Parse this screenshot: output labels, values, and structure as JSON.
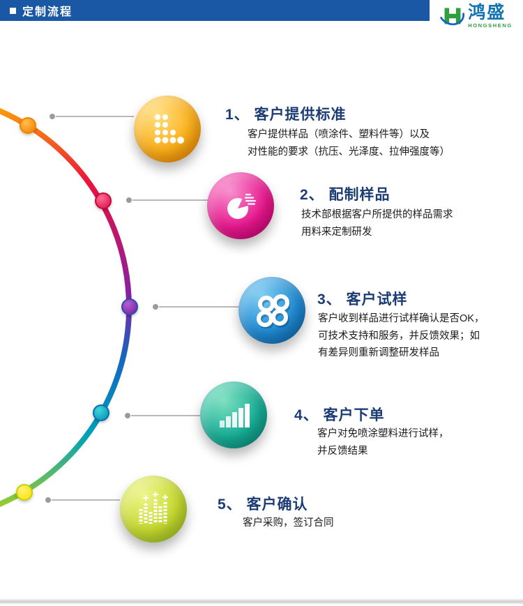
{
  "header": {
    "title": "定制流程"
  },
  "logo": {
    "chinese": "鸿盛",
    "english": "HONGSHENG"
  },
  "colors": {
    "header_bar": "#1a57a5",
    "title_text": "#1b3c74",
    "step1": "#f7931e",
    "step2": "#e5007e",
    "step3": "#1e88d2",
    "step4": "#12a795",
    "step5": "#aacc00"
  },
  "steps": [
    {
      "title": "1、 客户提供标准",
      "desc": "客户提供样品（喷涂件、塑料件等）以及\n对性能的要求（抗压、光泽度、拉伸强度等）",
      "icon": "halftone-dots-icon",
      "color": "#f7931e"
    },
    {
      "title": "2、 配制样品",
      "desc": "技术部根据客户所提供的样品需求\n用料来定制研发",
      "icon": "pie-chart-icon",
      "color": "#e5007e"
    },
    {
      "title": "3、 客户试样",
      "desc": "客户收到样品进行试样确认是否OK，\n可技术支持和服务，并反馈效果；如\n有差异则重新调整研发样品",
      "icon": "rings-icon",
      "color": "#1e88d2"
    },
    {
      "title": "4、 客户下单",
      "desc": "客户对免喷涂塑料进行试样，\n并反馈结果",
      "icon": "bar-chart-icon",
      "color": "#12a795"
    },
    {
      "title": "5、 客户确认",
      "desc": "客户采购，签订合同",
      "icon": "equalizer-icon",
      "color": "#aacc00"
    }
  ]
}
